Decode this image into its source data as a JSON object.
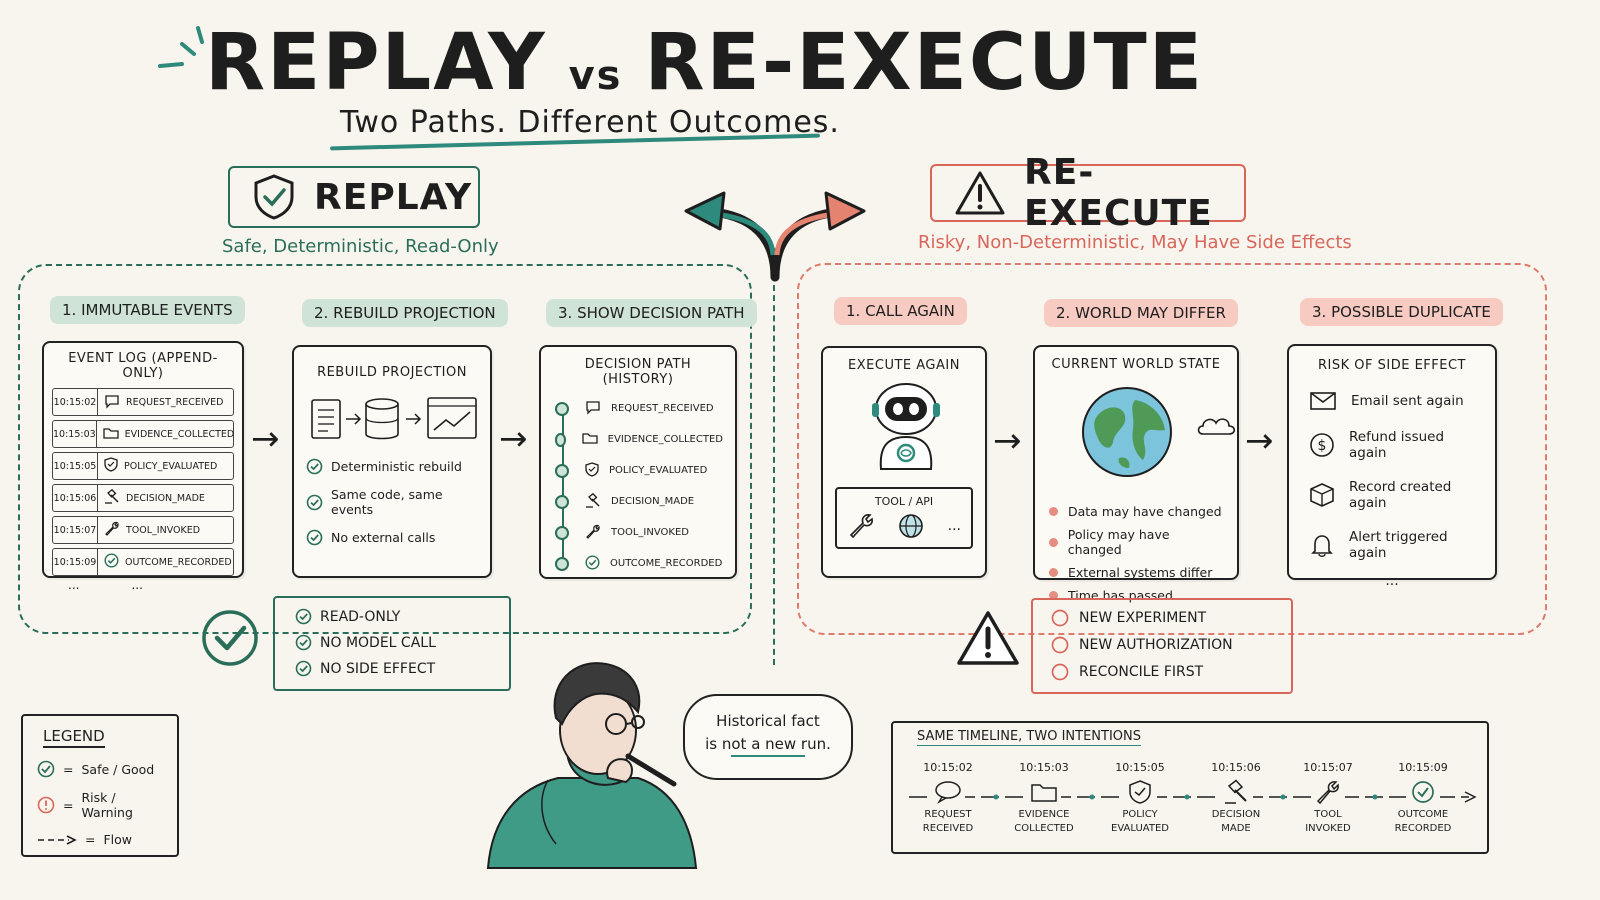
{
  "title": {
    "part1": "REPLAY",
    "vs": "vs",
    "part2": "RE-EXECUTE",
    "subtitle": "Two  Paths.  Different  Outcomes."
  },
  "replay": {
    "header": "REPLAY",
    "tagline": "Safe, Deterministic, Read-Only",
    "steps": [
      "1. IMMUTABLE EVENTS",
      "2. REBUILD PROJECTION",
      "3. SHOW DECISION PATH"
    ],
    "event_log": {
      "title": "EVENT LOG (APPEND-ONLY)",
      "rows": [
        {
          "time": "10:15:02",
          "name": "REQUEST_RECEIVED",
          "icon": "speech-bubble-icon"
        },
        {
          "time": "10:15:03",
          "name": "EVIDENCE_COLLECTED",
          "icon": "folder-icon"
        },
        {
          "time": "10:15:05",
          "name": "POLICY_EVALUATED",
          "icon": "shield-icon"
        },
        {
          "time": "10:15:06",
          "name": "DECISION_MADE",
          "icon": "gavel-icon"
        },
        {
          "time": "10:15:07",
          "name": "TOOL_INVOKED",
          "icon": "wrench-icon"
        },
        {
          "time": "10:15:09",
          "name": "OUTCOME_RECORDED",
          "icon": "check-circle-icon"
        }
      ],
      "more_time": "...",
      "more_name": "..."
    },
    "rebuild": {
      "title": "REBUILD PROJECTION",
      "checks": [
        "Deterministic rebuild",
        "Same code, same events",
        "No external calls"
      ]
    },
    "decision_path": {
      "title": "DECISION PATH (HISTORY)",
      "items": [
        "REQUEST_RECEIVED",
        "EVIDENCE_COLLECTED",
        "POLICY_EVALUATED",
        "DECISION_MADE",
        "TOOL_INVOKED",
        "OUTCOME_RECORDED"
      ]
    },
    "guarantees": [
      "READ-ONLY",
      "NO MODEL CALL",
      "NO SIDE EFFECT"
    ]
  },
  "reexecute": {
    "header": "RE-EXECUTE",
    "tagline": "Risky, Non-Deterministic, May Have Side Effects",
    "steps": [
      "1. CALL AGAIN",
      "2. WORLD MAY DIFFER",
      "3. POSSIBLE DUPLICATE"
    ],
    "execute": {
      "title": "EXECUTE AGAIN",
      "tool_label": "TOOL / API",
      "tool_more": "..."
    },
    "world": {
      "title": "CURRENT WORLD STATE",
      "items": [
        "Data may have changed",
        "Policy may have changed",
        "External systems differ",
        "Time has passed"
      ]
    },
    "side_effect": {
      "title": "RISK OF SIDE EFFECT",
      "items": [
        "Email sent again",
        "Refund issued again",
        "Record created again",
        "Alert triggered again"
      ],
      "more": "..."
    },
    "requirements": [
      "NEW EXPERIMENT",
      "NEW AUTHORIZATION",
      "RECONCILE FIRST"
    ]
  },
  "speech": {
    "line1": "Historical  fact",
    "line2": "is  not  a  new  run."
  },
  "legend": {
    "title": "LEGEND",
    "items": [
      {
        "symbol": "=",
        "label": "Safe / Good"
      },
      {
        "symbol": "=",
        "label": "Risk / Warning"
      },
      {
        "symbol": "=",
        "label": "Flow"
      }
    ]
  },
  "timeline": {
    "title": "SAME TIMELINE, TWO INTENTIONS",
    "items": [
      {
        "time": "10:15:02",
        "line1": "REQUEST",
        "line2": "RECEIVED"
      },
      {
        "time": "10:15:03",
        "line1": "EVIDENCE",
        "line2": "COLLECTED"
      },
      {
        "time": "10:15:05",
        "line1": "POLICY",
        "line2": "EVALUATED"
      },
      {
        "time": "10:15:06",
        "line1": "DECISION",
        "line2": "MADE"
      },
      {
        "time": "10:15:07",
        "line1": "TOOL",
        "line2": "INVOKED"
      },
      {
        "time": "10:15:09",
        "line1": "OUTCOME",
        "line2": "RECORDED"
      }
    ]
  },
  "colors": {
    "green": "#2a6e5a",
    "red": "#d9665a",
    "teal": "#2e8a7c"
  }
}
